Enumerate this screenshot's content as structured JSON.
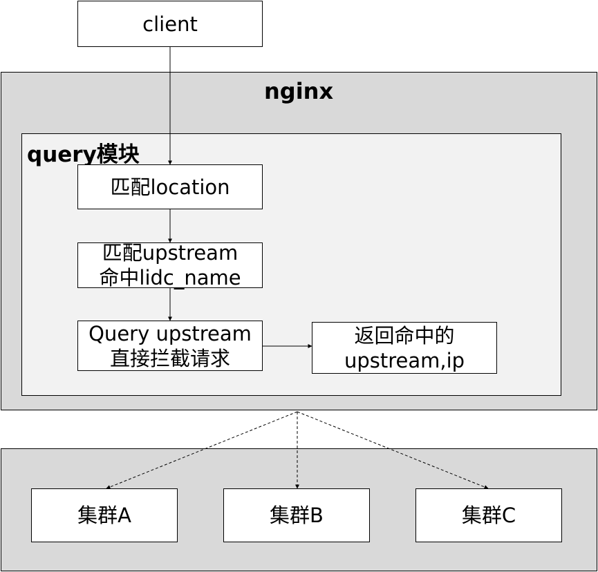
{
  "client": {
    "label": "client"
  },
  "nginx": {
    "title": "nginx",
    "query_module": {
      "title": "query模块",
      "step_match_location": {
        "label": "匹配location"
      },
      "step_match_upstream": {
        "line1": "匹配upstream",
        "line2": "命中lidc_name"
      },
      "step_query_upstream": {
        "line1": "Query upstream",
        "line2": "直接拦截请求"
      },
      "step_return": {
        "line1": "返回命中的",
        "line2": "upstream,ip"
      }
    }
  },
  "clusters": [
    {
      "label": "集群A"
    },
    {
      "label": "集群B"
    },
    {
      "label": "集群C"
    }
  ],
  "colors": {
    "outer_panel": "#d9d9d9",
    "inner_panel": "#f2f2f2",
    "box_fill": "#ffffff",
    "stroke": "#000000"
  }
}
